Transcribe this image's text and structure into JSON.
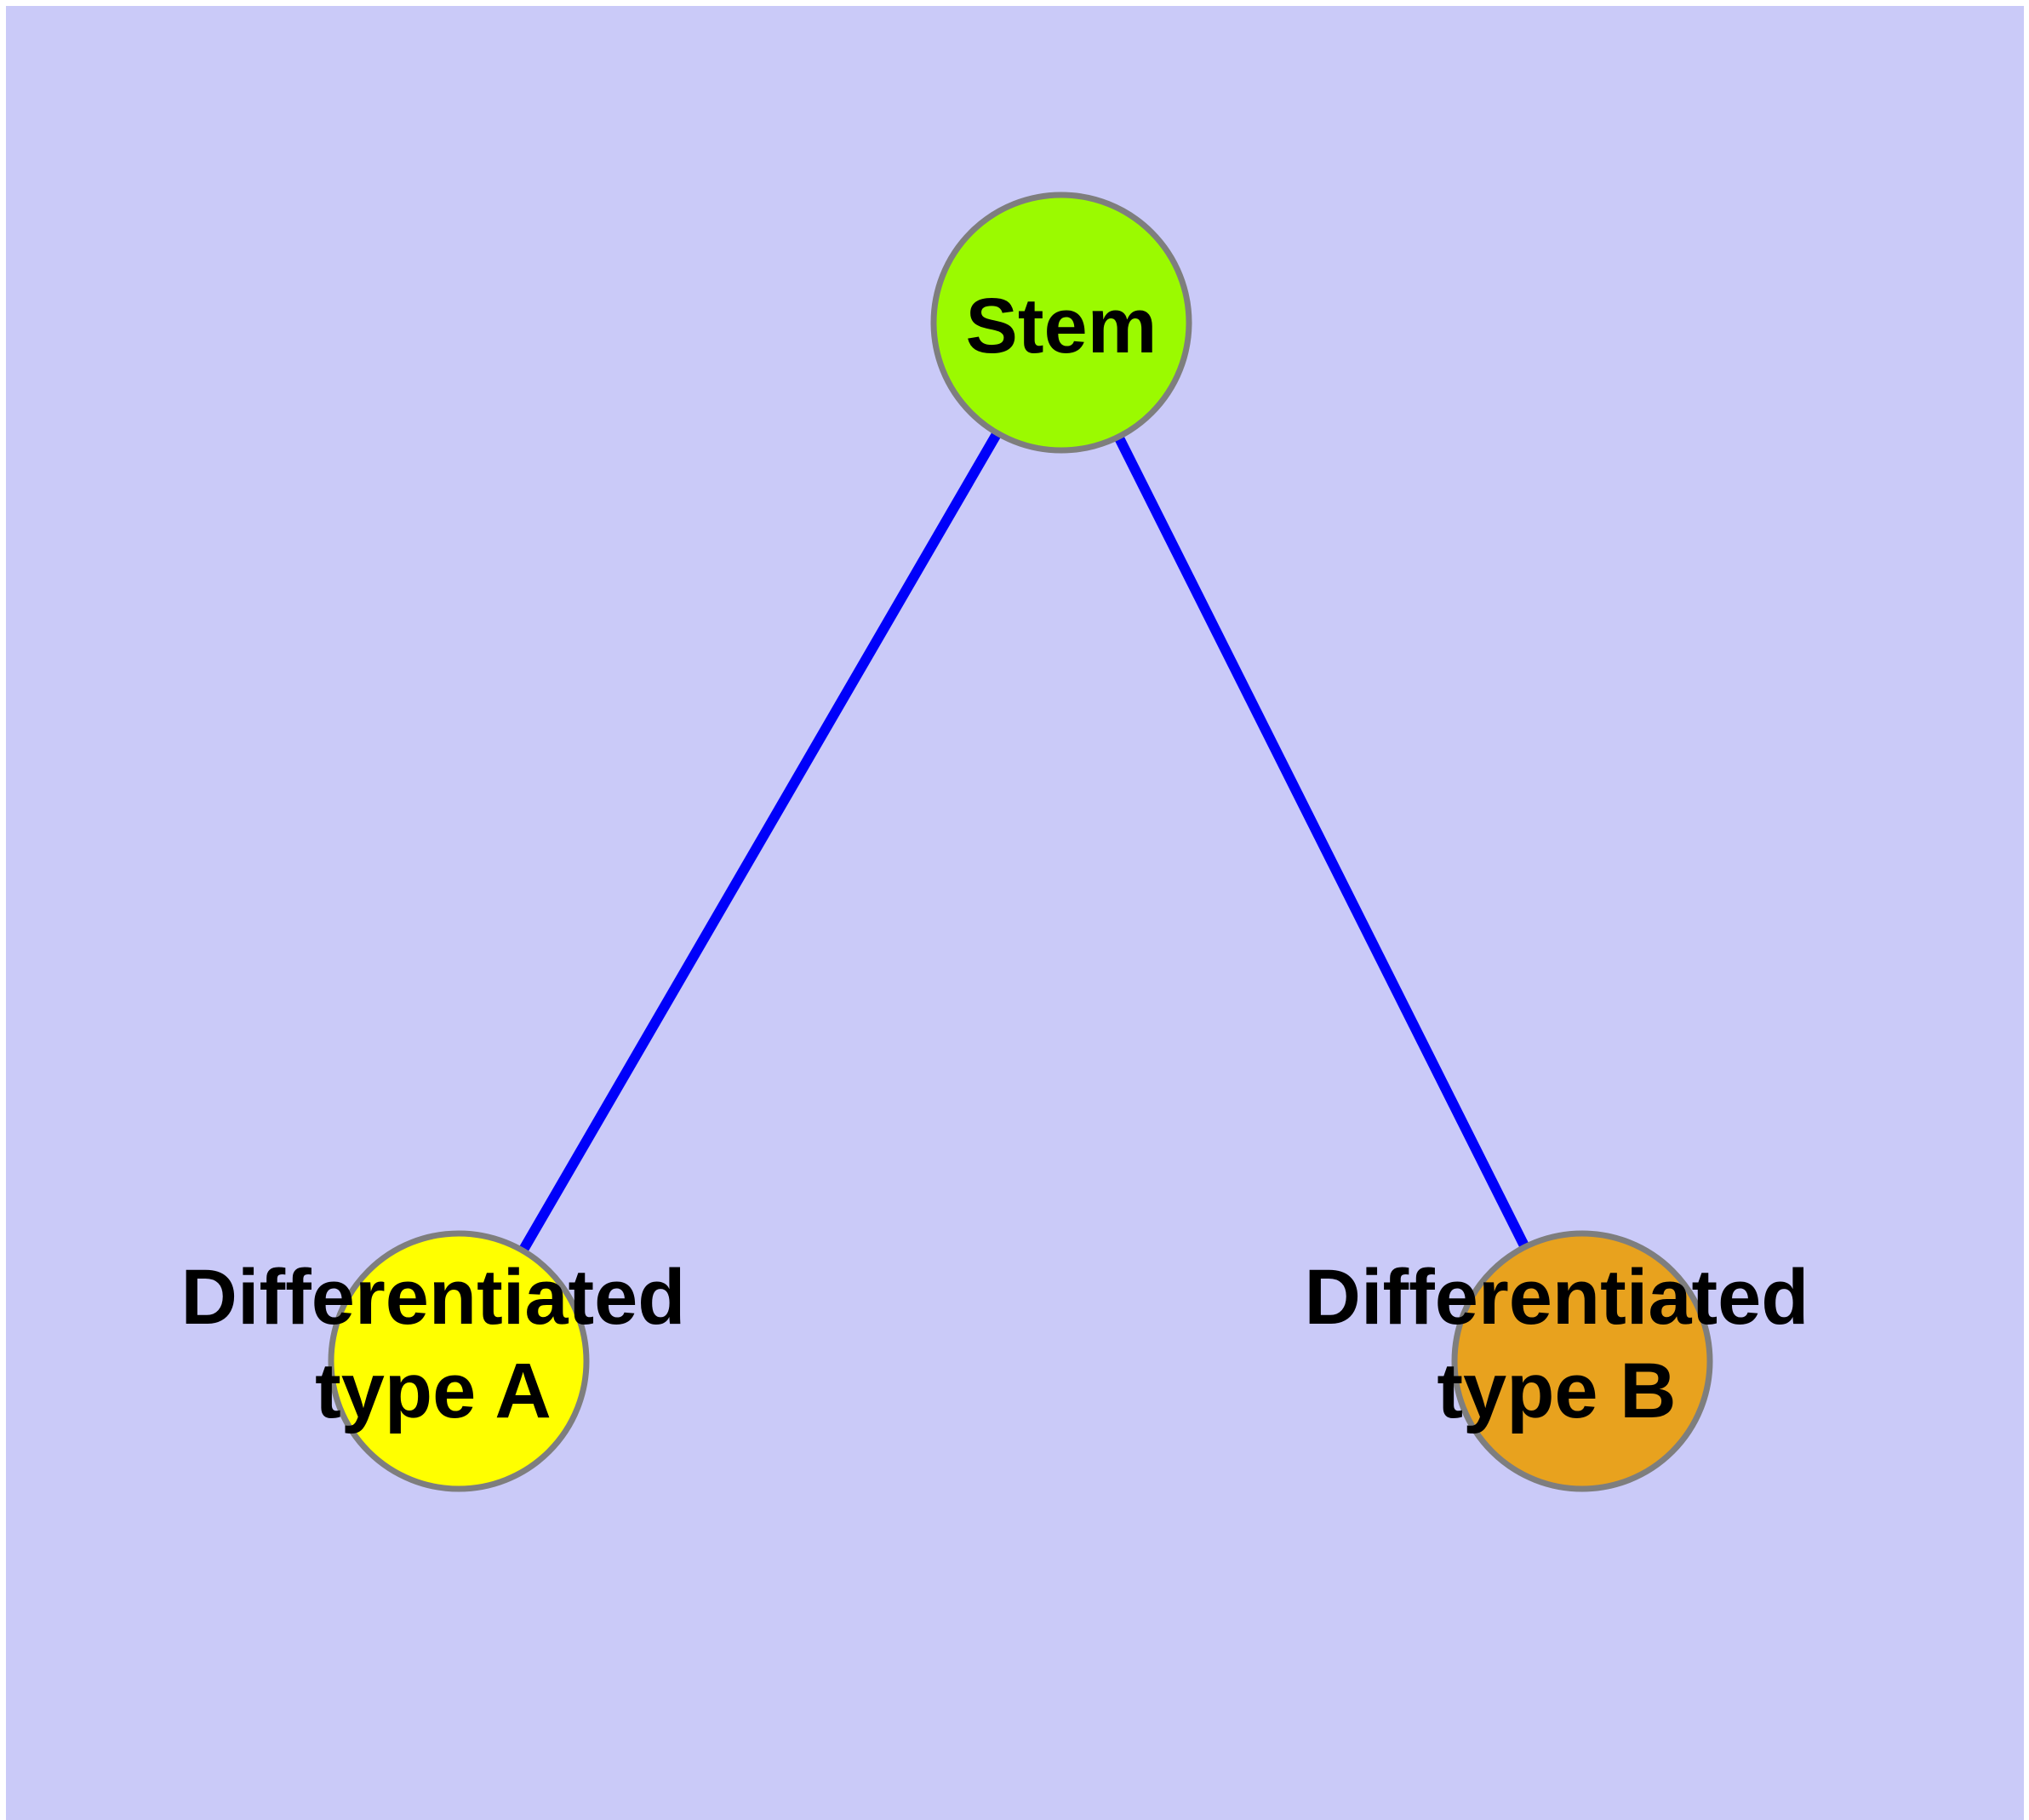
{
  "diagram": {
    "type": "node-link-graph",
    "background_color": "#CACAF8",
    "frame_color": "#FFFFFF",
    "edge_color": "#0000FA",
    "node_border_color": "#7E7E7E",
    "label_color": "#000000",
    "nodes": [
      {
        "id": "stem",
        "label": "Stem",
        "fill": "#9BFA00"
      },
      {
        "id": "differentiated-type-a",
        "label": "Differentiated\ntype A",
        "fill": "#FFFF00"
      },
      {
        "id": "differentiated-type-b",
        "label": "Differentiated\ntype B",
        "fill": "#E8A21E"
      }
    ],
    "edges": [
      {
        "from": "stem",
        "to": "differentiated-type-a"
      },
      {
        "from": "stem",
        "to": "differentiated-type-b"
      }
    ]
  }
}
